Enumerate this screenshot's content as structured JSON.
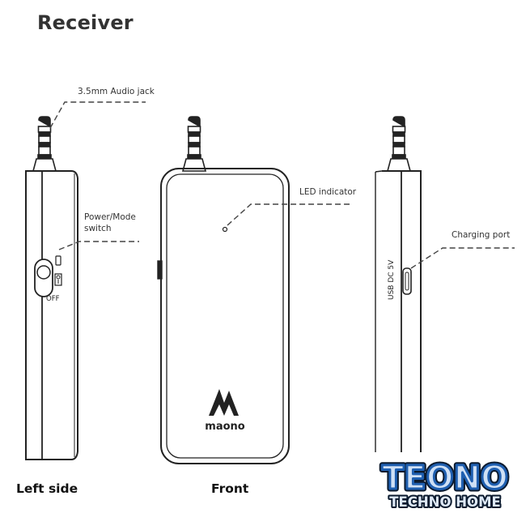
{
  "title": "Receiver",
  "callouts": {
    "audio_jack": "3.5mm Audio jack",
    "power_switch_line1": "Power/Mode",
    "power_switch_line2": "switch",
    "led": "LED indicator",
    "charging_port": "Charging port"
  },
  "device_markings": {
    "off": "OFF",
    "usb": "USB DC 5V",
    "brand": "maono"
  },
  "views": {
    "left": "Left side",
    "front": "Front"
  },
  "watermark": {
    "name": "TEONO",
    "tagline": "TECHNO HOME",
    "colors": {
      "dark": "#0b1a2e",
      "blue": "#1f5fb0",
      "light": "#cfe0f5"
    }
  }
}
